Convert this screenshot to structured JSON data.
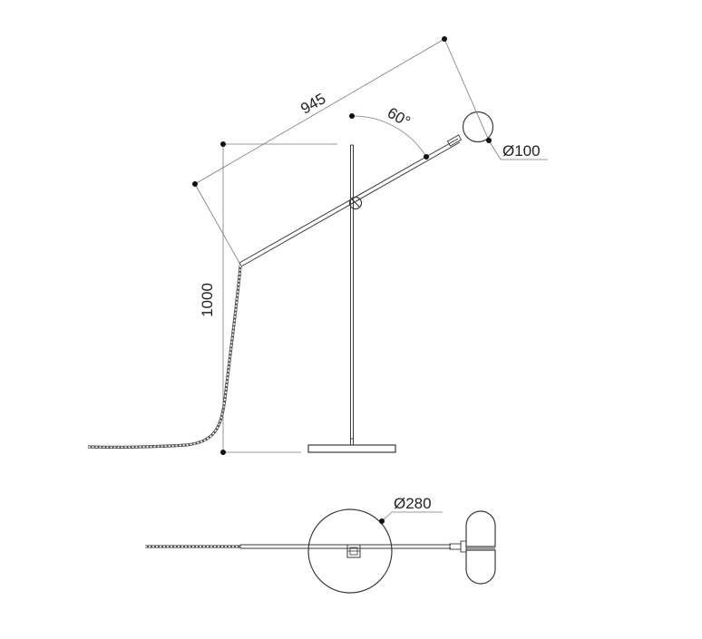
{
  "side_view": {
    "dimensions": {
      "arm_length": "945",
      "arm_angle": "60°",
      "shade_diameter": "Ø100",
      "height": "1000"
    }
  },
  "top_view": {
    "dimensions": {
      "base_diameter": "Ø280"
    }
  },
  "colors": {
    "line": "#3a3a3a",
    "dimension_line": "#7a7a7a",
    "dot": "#111111",
    "text": "#222222"
  }
}
